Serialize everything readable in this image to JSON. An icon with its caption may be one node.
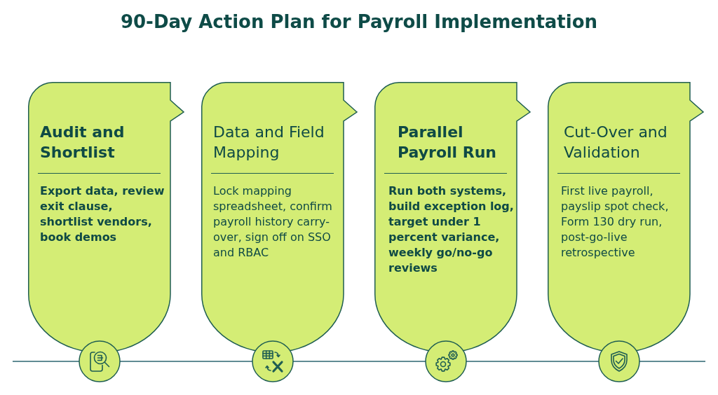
{
  "diagram": {
    "title": "90-Day Action Plan for Payroll Implementation",
    "nodes": [
      {
        "text": [
          "Audit and Shortlist",
          "Export data, review exit clause, shortlist vendors, book demos"
        ]
      },
      {
        "text": [
          "Data and Field Mapping",
          "Lock mapping spreadsheet, confirm payroll history carry-over, sign off on SSO and RBAC"
        ]
      },
      {
        "text": [
          "Parallel Payroll Run",
          "Run both systems, build exception log, target under 1 percent variance, weekly go/no-go reviews"
        ]
      },
      {
        "text": [
          "Cut-Over and Validation",
          "First live payroll, payslip spot check, Form 130 dry run, post-go-live retrospective"
        ]
      }
    ]
  }
}
